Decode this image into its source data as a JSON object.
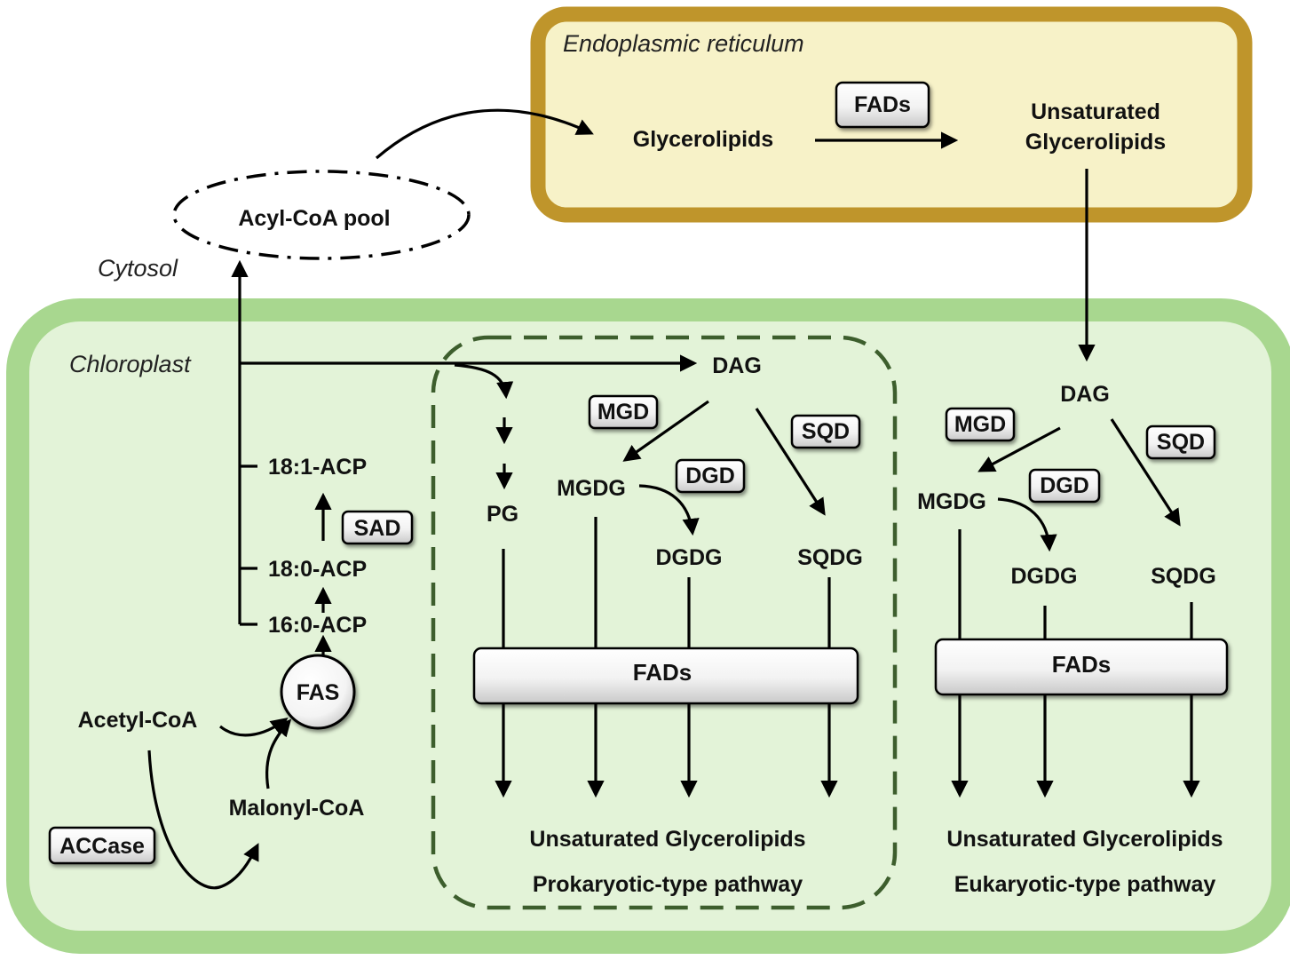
{
  "compartments": {
    "er": "Endoplasmic reticulum",
    "cytosol": "Cytosol",
    "chloroplast": "Chloroplast"
  },
  "er_labels": {
    "glycerolipids": "Glycerolipids",
    "unsaturated_line1": "Unsaturated",
    "unsaturated_line2": "Glycerolipids"
  },
  "cytosol_labels": {
    "acyl_coa_pool": "Acyl-CoA pool"
  },
  "synthesis": {
    "acetyl_coa": "Acetyl-CoA",
    "malonyl_coa": "Malonyl-CoA",
    "fas": "FAS",
    "acp_16_0": "16:0-ACP",
    "acp_18_0": "18:0-ACP",
    "acp_18_1": "18:1-ACP"
  },
  "prokaryotic": {
    "dag": "DAG",
    "pg": "PG",
    "mgdg": "MGDG",
    "dgdg": "DGDG",
    "sqdg": "SQDG",
    "product": "Unsaturated Glycerolipids",
    "pathway_name": "Prokaryotic-type pathway"
  },
  "eukaryotic": {
    "dag": "DAG",
    "mgdg": "MGDG",
    "dgdg": "DGDG",
    "sqdg": "SQDG",
    "product": "Unsaturated Glycerolipids",
    "pathway_name": "Eukaryotic-type pathway"
  },
  "enzymes": {
    "fads": "FADs",
    "mgd": "MGD",
    "dgd": "DGD",
    "sqd": "SQD",
    "sad": "SAD",
    "accase": "ACCase"
  },
  "colors": {
    "er_fill": "#f7f2c8",
    "er_border": "#bf952b",
    "chloroplast_fill": "#e3f3d8",
    "chloroplast_border": "#a8d78f",
    "dashed_border": "#3d5e2d"
  }
}
